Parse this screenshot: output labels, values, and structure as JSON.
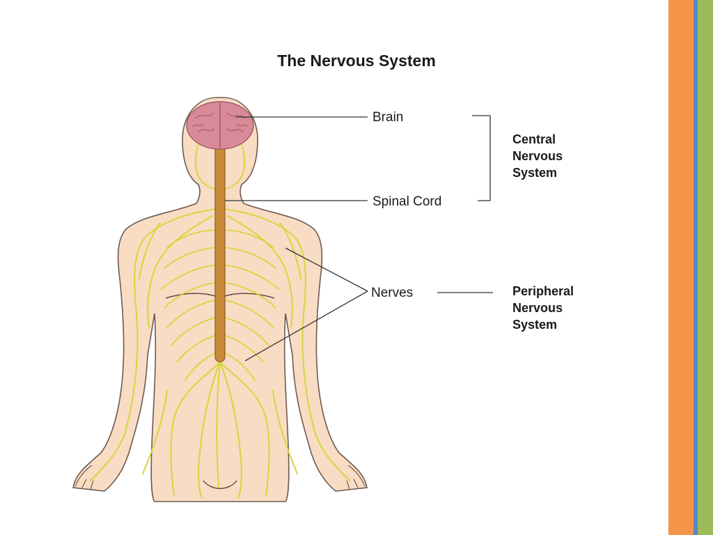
{
  "slide": {
    "accent_colors": {
      "orange": "#F4954A",
      "blue": "#5B86C5",
      "green": "#9BBB59"
    }
  },
  "figure": {
    "title": "The Nervous System",
    "labels": {
      "brain": "Brain",
      "spinal_cord": "Spinal Cord",
      "nerves": "Nerves"
    },
    "groups": {
      "cns": [
        "Central",
        "Nervous",
        "System"
      ],
      "pns": [
        "Peripheral",
        "Nervous",
        "System"
      ]
    },
    "colors": {
      "skin": "#F9DCC4",
      "skin_outline": "#6B5A50",
      "nerves": "#D6D63A",
      "spinal_cord": "#C98A3A",
      "brain": "#D98A98",
      "leader_line": "#333333"
    }
  }
}
